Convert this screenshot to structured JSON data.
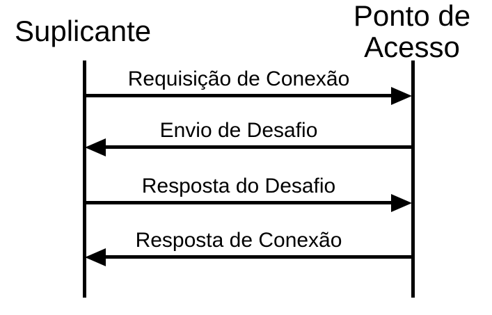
{
  "colors": {
    "background": "#ffffff",
    "ink": "#000000"
  },
  "diagram_type": "sequence-diagram",
  "actors": [
    {
      "id": "suplicante",
      "label": "Suplicante",
      "lines": [
        "Suplicante"
      ]
    },
    {
      "id": "ponto-de-acesso",
      "label": "Ponto de Acesso",
      "lines": [
        "Ponto de",
        "Acesso"
      ]
    }
  ],
  "messages": [
    {
      "label": "Requisição de Conexão",
      "from": "Suplicante",
      "to": "Ponto de Acesso",
      "direction": "right"
    },
    {
      "label": "Envio de Desafio",
      "from": "Ponto de Acesso",
      "to": "Suplicante",
      "direction": "left"
    },
    {
      "label": "Resposta do Desafio",
      "from": "Suplicante",
      "to": "Ponto de Acesso",
      "direction": "right"
    },
    {
      "label": "Resposta de Conexão",
      "from": "Ponto de Acesso",
      "to": "Suplicante",
      "direction": "left"
    }
  ]
}
